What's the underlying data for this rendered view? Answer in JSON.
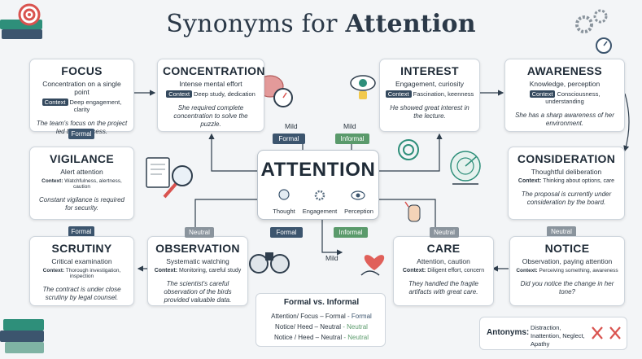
{
  "title": {
    "plain": "Synonyms for ",
    "bold": "Attention"
  },
  "center": {
    "word": "ATTENTION",
    "sub": [
      "Thought",
      "Engagement",
      "Perception"
    ]
  },
  "cards": {
    "focus": {
      "head": "FOCUS",
      "def": "Concentration on a single point",
      "ctx_tag": "Context",
      "ctx": "Deep engagement, clarity",
      "example": "The team's focus on the project led to its success.",
      "badge": "Formal"
    },
    "concentration": {
      "head": "CONCENTRATION",
      "def": "Intense mental effort",
      "ctx_tag": "Context",
      "ctx": "Deep study, dedication",
      "example": "She required complete concentration to solve the puzzle.",
      "badge": "Formal"
    },
    "interest": {
      "head": "INTEREST",
      "def": "Engagement, curiosity",
      "ctx_tag": "Context",
      "ctx": "Fascination, keenness",
      "example": "He showed great interest in the lecture.",
      "badge": "Informal"
    },
    "awareness": {
      "head": "AWARENESS",
      "def": "Knowledge, perception",
      "ctx_tag": "Context",
      "ctx": "Consciousness, understanding",
      "example": "She has a sharp awareness of her environment.",
      "badge": ""
    },
    "vigilance": {
      "head": "VIGILANCE",
      "def": "Alert attention",
      "ctx_label": "Context:",
      "ctx": "Watchfulness, alertness, caution",
      "example": "Constant vigilance is required for security.",
      "badge": "Formal"
    },
    "consideration": {
      "head": "CONSIDERATION",
      "def": "Thoughtful deliberation",
      "ctx_label": "Context:",
      "ctx": "Thinking about options, care",
      "example": "The proposal is currently under consideration by the board.",
      "badge": "Neutral"
    },
    "scrutiny": {
      "head": "SCRUTINY",
      "def": "Critical examination",
      "ctx_label": "Context:",
      "ctx": "Thorough investigation, inspection",
      "example": "The contract is under close scrutiny by legal counsel.",
      "badge": ""
    },
    "observation": {
      "head": "OBSERVATION",
      "def": "Systematic watching",
      "ctx_label": "Context:",
      "ctx": "Monitoring, careful study",
      "example": "The scientist's careful observation of the birds provided valuable data.",
      "badge": "Neutral"
    },
    "care": {
      "head": "CARE",
      "def": "Attention, caution",
      "ctx_label": "Context:",
      "ctx": "Diligent effort, concern",
      "example": "They handled the fragile artifacts with great care.",
      "badge": "Neutral"
    },
    "notice": {
      "head": "NOTICE",
      "def": "Observation, paying attention",
      "ctx_label": "Context:",
      "ctx": "Perceiving something, awareness",
      "example": "Did you notice the change in her tone?",
      "badge": "Neutral"
    }
  },
  "center_badges": {
    "top_left": "Formal",
    "top_right": "Informal",
    "bottom_left": "Formal",
    "bottom_right": "Informal"
  },
  "mild_labels": {
    "left": "Mild",
    "right": "Mild",
    "bottom": "Mild"
  },
  "formality_table": {
    "title": "Formal vs. Informal",
    "rows": [
      {
        "pair": "Attention/ Focus",
        "sep": "–",
        "level": "Formal",
        "tail": "- Formal"
      },
      {
        "pair": "Notice/ Heed",
        "sep": "–",
        "level": "Neutral",
        "tail": "- Neutral"
      },
      {
        "pair": "Notice / Heed",
        "sep": "–",
        "level": "Neutral",
        "tail": "- Neutral"
      }
    ]
  },
  "antonyms": {
    "label": "Antonyms:",
    "values": "Distraction, Inattention, Neglect, Apathy"
  },
  "colors": {
    "formal": "#3c556e",
    "informal": "#5a9a6b",
    "neutral": "#8a949d",
    "arrow": "#2f3e4d",
    "accent_red": "#d9534f",
    "teal": "#2e8f7a"
  }
}
